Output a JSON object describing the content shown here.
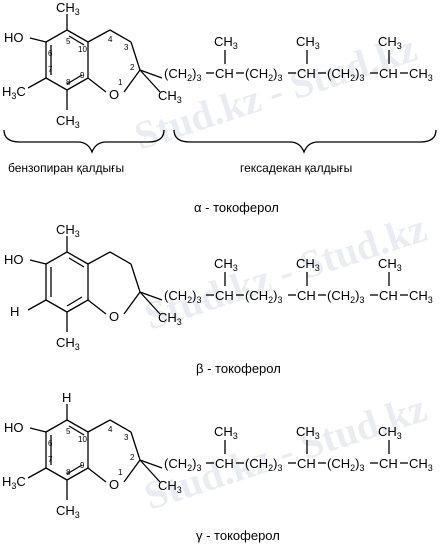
{
  "watermark": "Stud.kz - Stud.kz",
  "atoms": {
    "ho": "HO",
    "me": "CH",
    "me3": "3",
    "h3c_h": "H",
    "h3c_3": "3",
    "h3c_c": "C",
    "o": "O",
    "h": "H"
  },
  "numbers": [
    "1",
    "2",
    "3",
    "4",
    "5",
    "6",
    "7",
    "8",
    "9",
    "10"
  ],
  "chain": {
    "ch2": "(CH",
    "ch2_sub": "2",
    "ch2_close": ")",
    "ch2_n": "3",
    "ch": "CH",
    "dash": "–"
  },
  "groups": {
    "left": "бензопиран қалдығы",
    "right": "гексадекан қалдығы"
  },
  "compounds": [
    {
      "name": "α - токоферол"
    },
    {
      "name": "β - токоферол"
    },
    {
      "name": "γ - токоферол"
    }
  ]
}
